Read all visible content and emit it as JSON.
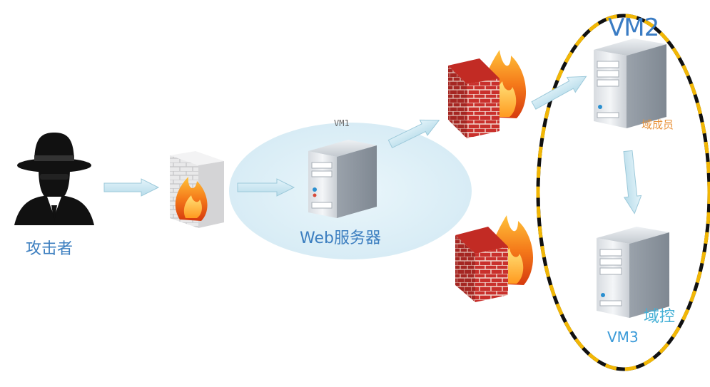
{
  "labels": {
    "attacker": "攻击者",
    "web_server": "Web服务器",
    "vm1": "VM1",
    "vm2": "VM2",
    "domain_member": "域成员",
    "domain_controller": "域控",
    "vm3": "VM3"
  },
  "colors": {
    "label_blue": "#3d7fc0",
    "member_orange": "#e8923a",
    "dc_cyan": "#45b0d6",
    "vm1_cloud": "#d8edf6",
    "domain_boundary_dash": "#f2b705",
    "arrow_fill": "#cdeaf4"
  },
  "icons": {
    "attacker": "hacker-icon",
    "perimeter_firewall": "firewall-icon",
    "web_server": "server-icon",
    "internal_firewall_top": "firewall-icon",
    "internal_firewall_bottom": "firewall-icon",
    "domain_member": "server-icon",
    "domain_controller": "server-icon"
  }
}
